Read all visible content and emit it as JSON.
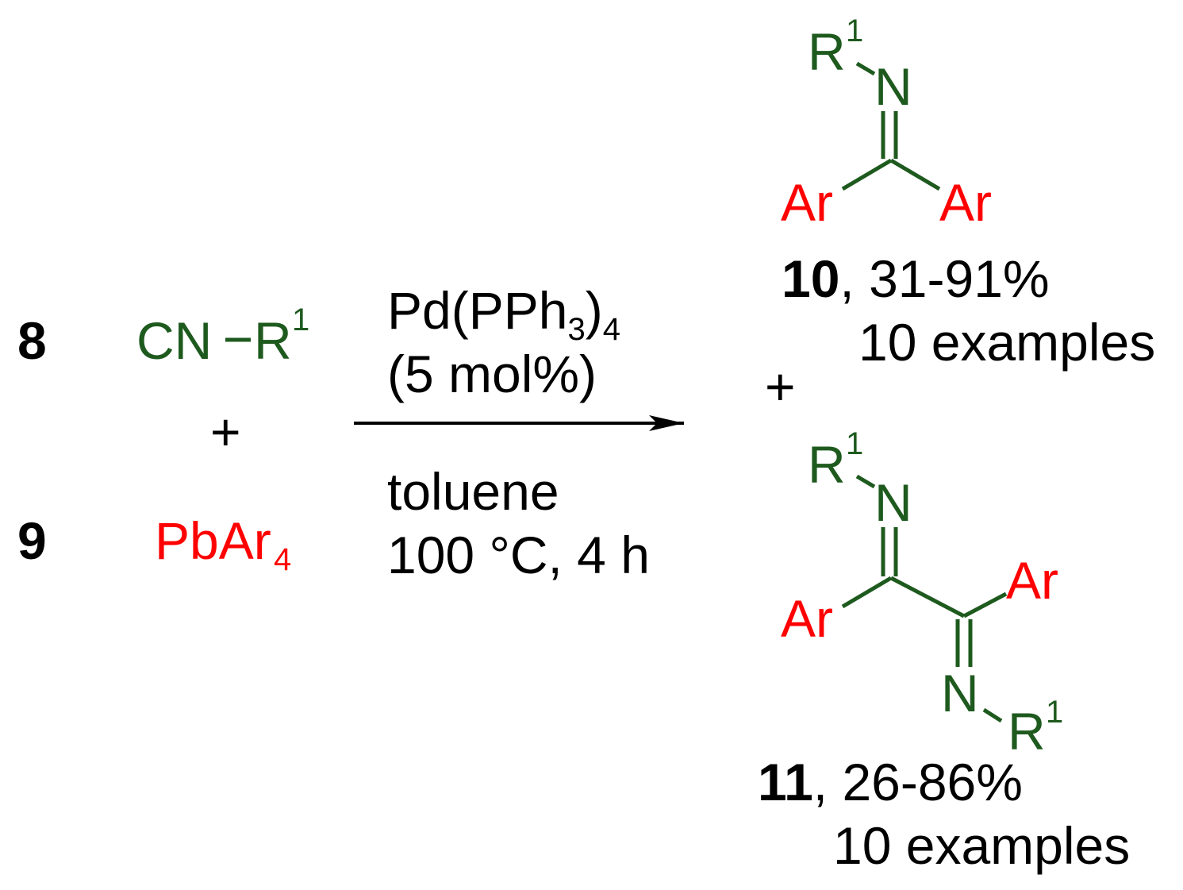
{
  "colors": {
    "isocyanide": "#1e5a1e",
    "aryl": "#ff0000",
    "text": "#000000",
    "background": "#ffffff"
  },
  "reactants": {
    "compound_8": {
      "number": "8",
      "formula_main": "CN",
      "substituent": "R",
      "substituent_sup": "1"
    },
    "plus": "+",
    "compound_9": {
      "number": "9",
      "formula_main": "PbAr",
      "formula_sub": "4"
    }
  },
  "conditions": {
    "catalyst_main": "Pd(PPh",
    "catalyst_sub1": "3",
    "catalyst_close": ")",
    "catalyst_sub2": "4",
    "loading": "(5 mol%)",
    "solvent": "toluene",
    "temp_time": "100 °C, 4 h"
  },
  "products": {
    "product_10": {
      "r_label": "R",
      "r_sup": "1",
      "n_label": "N",
      "ar_left": "Ar",
      "ar_right": "Ar",
      "number": "10",
      "yield": ", 31-91%",
      "examples": "10 examples"
    },
    "plus": "+",
    "product_11": {
      "r_top": "R",
      "r_top_sup": "1",
      "n_top": "N",
      "ar_left": "Ar",
      "ar_right": "Ar",
      "n_bottom": "N",
      "r_bottom": "R",
      "r_bottom_sup": "1",
      "number": "11",
      "yield": ", 26-86%",
      "examples": "10 examples"
    }
  }
}
